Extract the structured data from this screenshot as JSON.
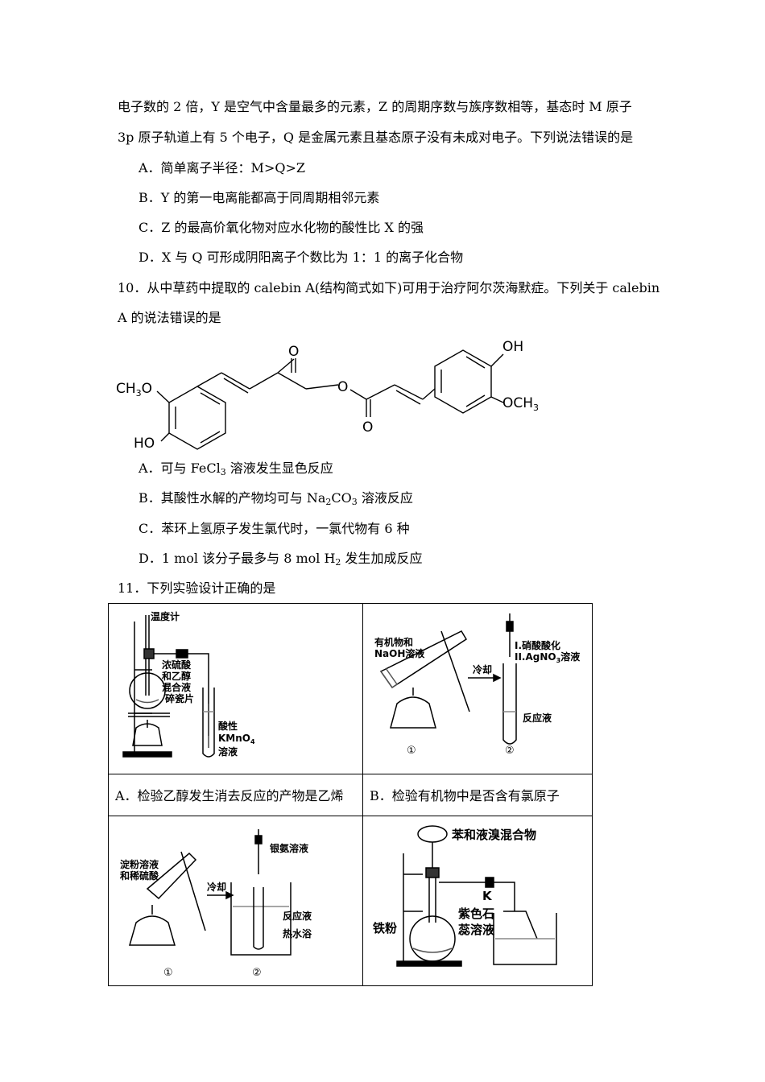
{
  "q9": {
    "line1": "电子数的 2 倍，Y 是空气中含量最多的元素，Z 的周期序数与族序数相等，基态时 M 原子",
    "line2": "3p 原子轨道上有 5 个电子，Q 是金属元素且基态原子没有未成对电子。下列说法错误的是",
    "optA": "A．简单离子半径：M>Q>Z",
    "optB": "B．Y 的第一电离能都高于同周期相邻元素",
    "optC": "C．Z 的最高价氧化物对应水化物的酸性比 X 的强",
    "optD": "D．X 与 Q 可形成阴阳离子个数比为 1：1 的离子化合物"
  },
  "q10": {
    "line1": "10．从中草药中提取的 calebin A(结构简式如下)可用于治疗阿尔茨海默症。下列关于 calebin",
    "line2": "A 的说法错误的是",
    "struct": {
      "ch3o_left": "CH",
      "ch3o_sub": "3",
      "ch3o_o": "O",
      "ho_left": "HO",
      "o_ketone": "O",
      "o_ester": "O",
      "o_carbonyl": "O",
      "oh_right": "OH",
      "och3_right": "OCH",
      "och3_sub": "3"
    },
    "optA_pre": "A．可与 FeCl",
    "optA_sub": "3",
    "optA_post": " 溶液发生显色反应",
    "optB_pre": "B．其酸性水解的产物均可与 Na",
    "optB_sub1": "2",
    "optB_mid": "CO",
    "optB_sub2": "3",
    "optB_post": " 溶液反应",
    "optC": "C．苯环上氢原子发生氯代时，一氯代物有 6 种",
    "optD_pre": "D．1 mol 该分子最多与 8 mol H",
    "optD_sub": "2",
    "optD_post": " 发生加成反应"
  },
  "q11": {
    "title": "11．下列实验设计正确的是",
    "A": {
      "caption": "A．检验乙醇发生消去反应的产物是乙烯",
      "thermometer": "温度计",
      "acid1": "浓硫酸",
      "acid2": "和乙醇",
      "acid3": "混合液",
      "chips": "碎瓷片",
      "kmno1": "酸性",
      "kmno2": "KMnO",
      "kmno2_sub": "4",
      "kmno3": "溶液"
    },
    "B": {
      "caption": "B．检验有机物中是否含有氯原子",
      "org1": "有机物和",
      "org2": "NaOH溶液",
      "cool": "冷却",
      "step1": "I.硝酸酸化",
      "step2": "II.AgNO",
      "step2_sub": "3",
      "step2_post": "溶液",
      "react": "反应液",
      "n1": "①",
      "n2": "②"
    },
    "C": {
      "starch1": "淀粉溶液",
      "starch2": "和稀硫酸",
      "silver": "银氨溶液",
      "cool": "冷却",
      "react": "反应液",
      "bath": "热水浴",
      "n1": "①",
      "n2": "②"
    },
    "D": {
      "mix": "苯和液溴混合物",
      "k": "K",
      "iron": "铁粉",
      "litmus1": "紫色石",
      "litmus2": "蕊溶液"
    }
  }
}
